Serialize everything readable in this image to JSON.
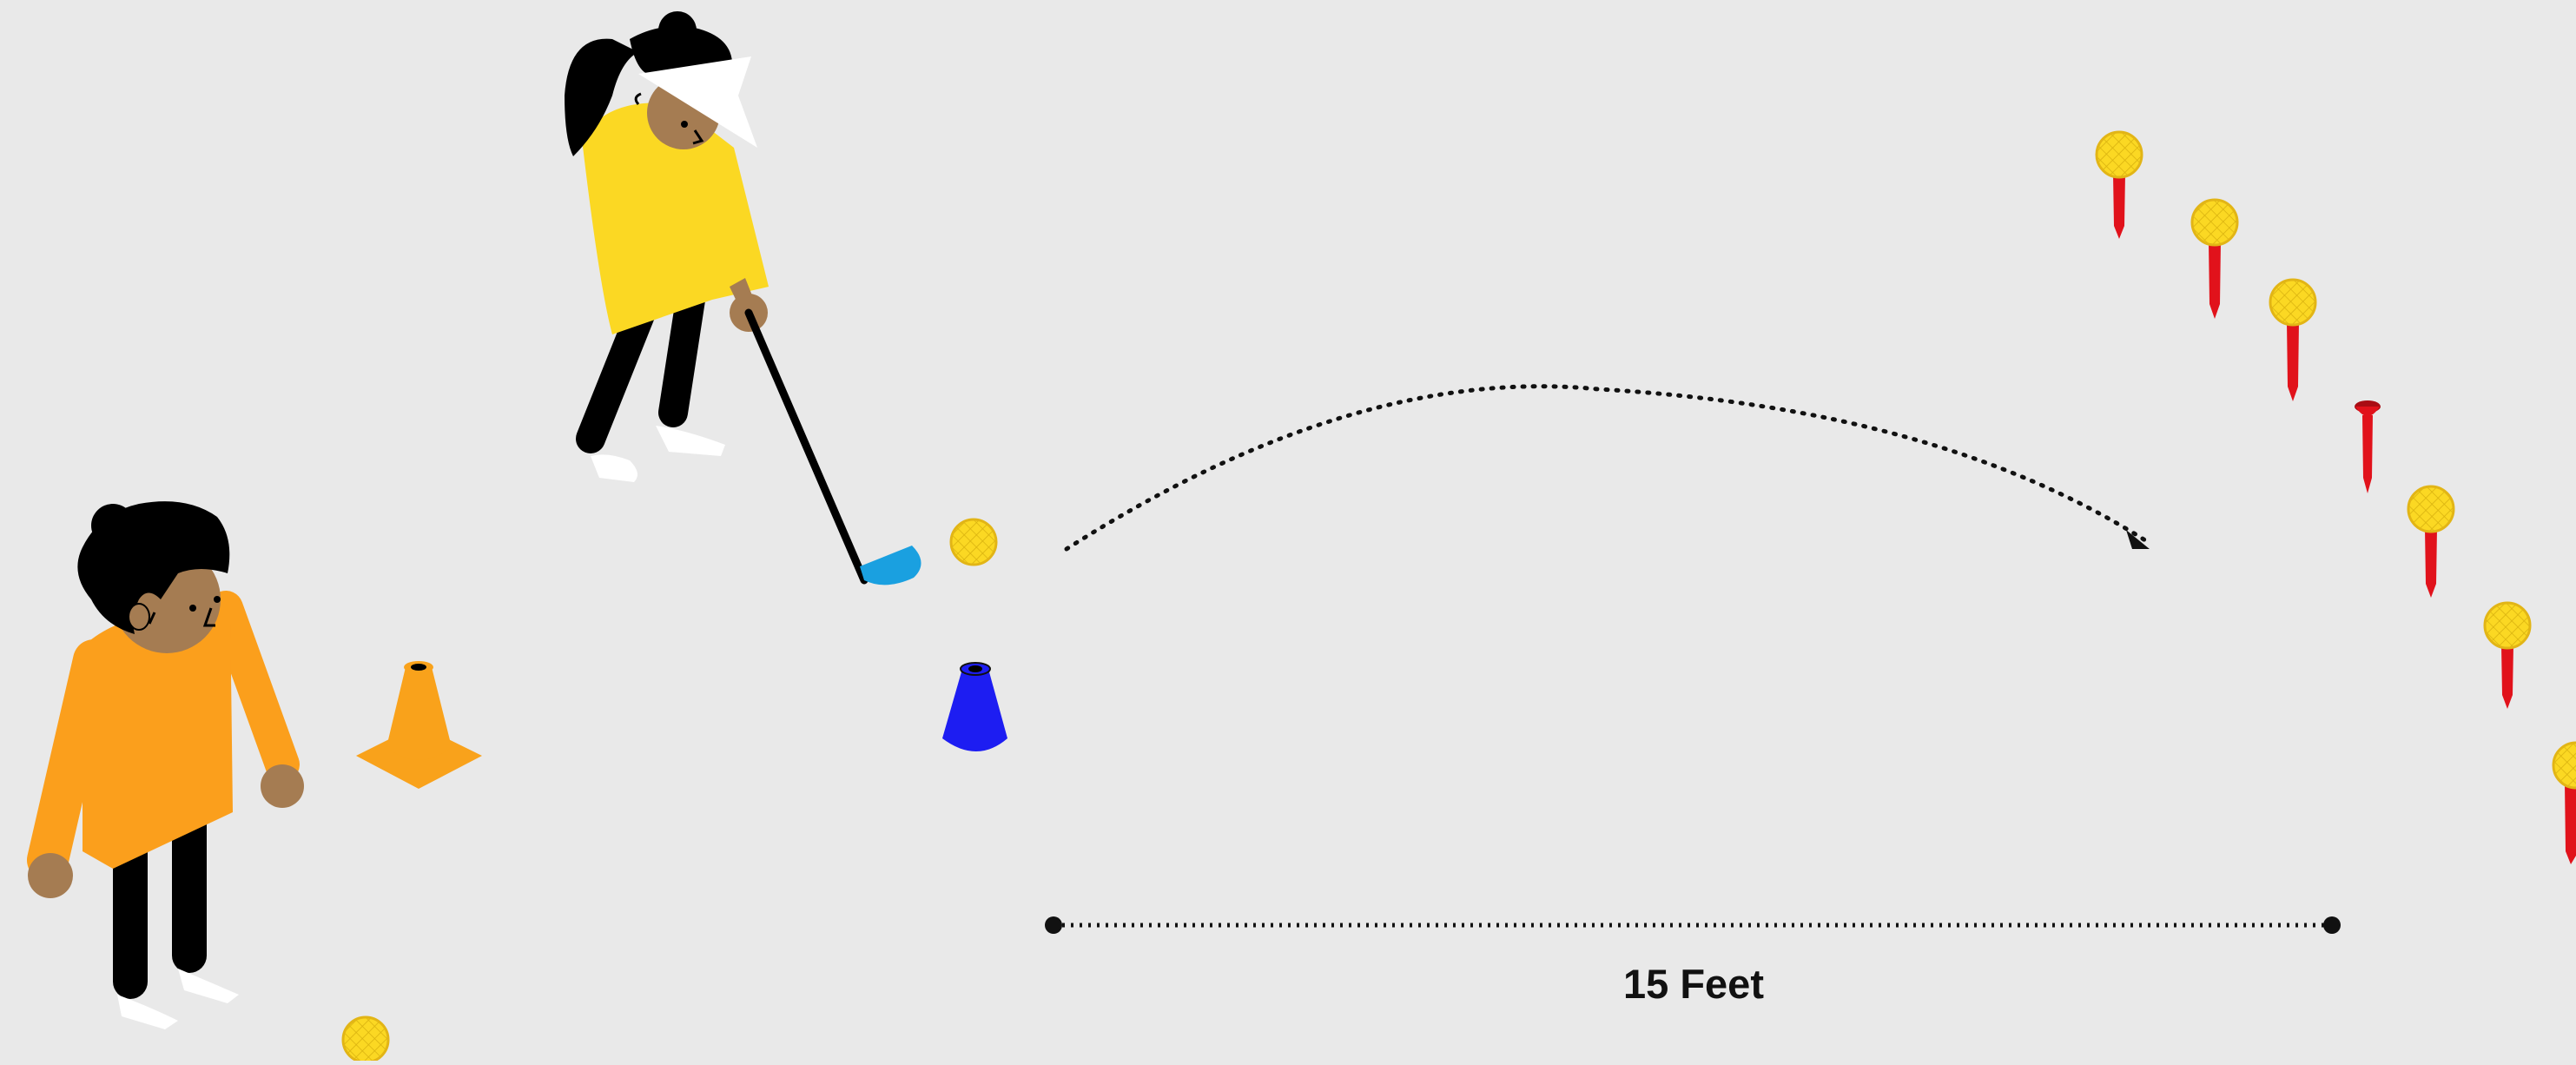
{
  "diagram": {
    "distance_label": "15 Feet",
    "colors": {
      "background": "#e9e9e9",
      "shirt_golfer": "#fbd823",
      "shirt_coach": "#fb9f1c",
      "skin": "#a57c52",
      "hair": "#000000",
      "club_head": "#1aa0e0",
      "cone_orange": "#f9a21b",
      "cone_blue": "#1d1df2",
      "tee": "#e1121b",
      "ball": "#fbd823"
    },
    "objects": {
      "golfer": "girl-golfer-with-visor",
      "coach": "boy-in-orange-shirt",
      "target_row": "balls-on-red-tees",
      "tee_count": 7,
      "empty_tee_count": 1
    }
  }
}
